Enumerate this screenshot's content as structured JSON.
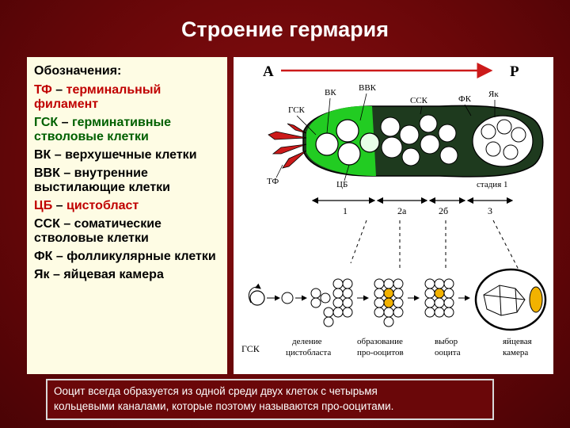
{
  "title": "Строение гермария",
  "legend": {
    "heading": "Обозначения:",
    "items": [
      {
        "abbr": "ТФ",
        "desc": "терминальный филамент",
        "color": "red"
      },
      {
        "abbr": "ГСК",
        "desc": "герминативные стволовые клетки",
        "color": "green"
      },
      {
        "abbr": "ВК",
        "desc": "верхушечные клетки",
        "color": "black"
      },
      {
        "abbr": "ВВК",
        "desc": "внутренние выстилающие клетки",
        "color": "black"
      },
      {
        "abbr": "ЦБ",
        "desc": "цистобласт",
        "color": "red"
      },
      {
        "abbr": "ССК",
        "desc": "соматические стволовые клетки",
        "color": "black"
      },
      {
        "abbr": "ФК",
        "desc": "фолликулярные клетки",
        "color": "black"
      },
      {
        "abbr": "Як",
        "desc": "яйцевая камера",
        "color": "black"
      }
    ]
  },
  "diagram": {
    "axis_a": "А",
    "axis_p": "Р",
    "labels": {
      "vk": "ВК",
      "vvk": "ВВК",
      "gsk": "ГСК",
      "ssk": "ССК",
      "fk": "ФК",
      "yak": "Як",
      "tf": "ТФ",
      "tsb": "ЦБ",
      "stage1": "стадия 1"
    },
    "regions": [
      "1",
      "2а",
      "2б",
      "3"
    ],
    "steps": {
      "gsk": "ГСК",
      "s1": [
        "деление",
        "цистобласта"
      ],
      "s2": [
        "образование",
        "про-ооцитов"
      ],
      "s3": [
        "выбор",
        "ооцита"
      ],
      "s4": [
        "яйцевая",
        "камера"
      ]
    },
    "colors": {
      "green": "#22cc22",
      "red": "#cc1a1a",
      "dark": "#1e3a1e",
      "gold": "#f2b200"
    }
  },
  "caption": {
    "line1": "Ооцит всегда образуется из одной среди двух клеток с четырьмя",
    "line2": "кольцевыми каналами, которые поэтому называются про-ооцитами."
  }
}
